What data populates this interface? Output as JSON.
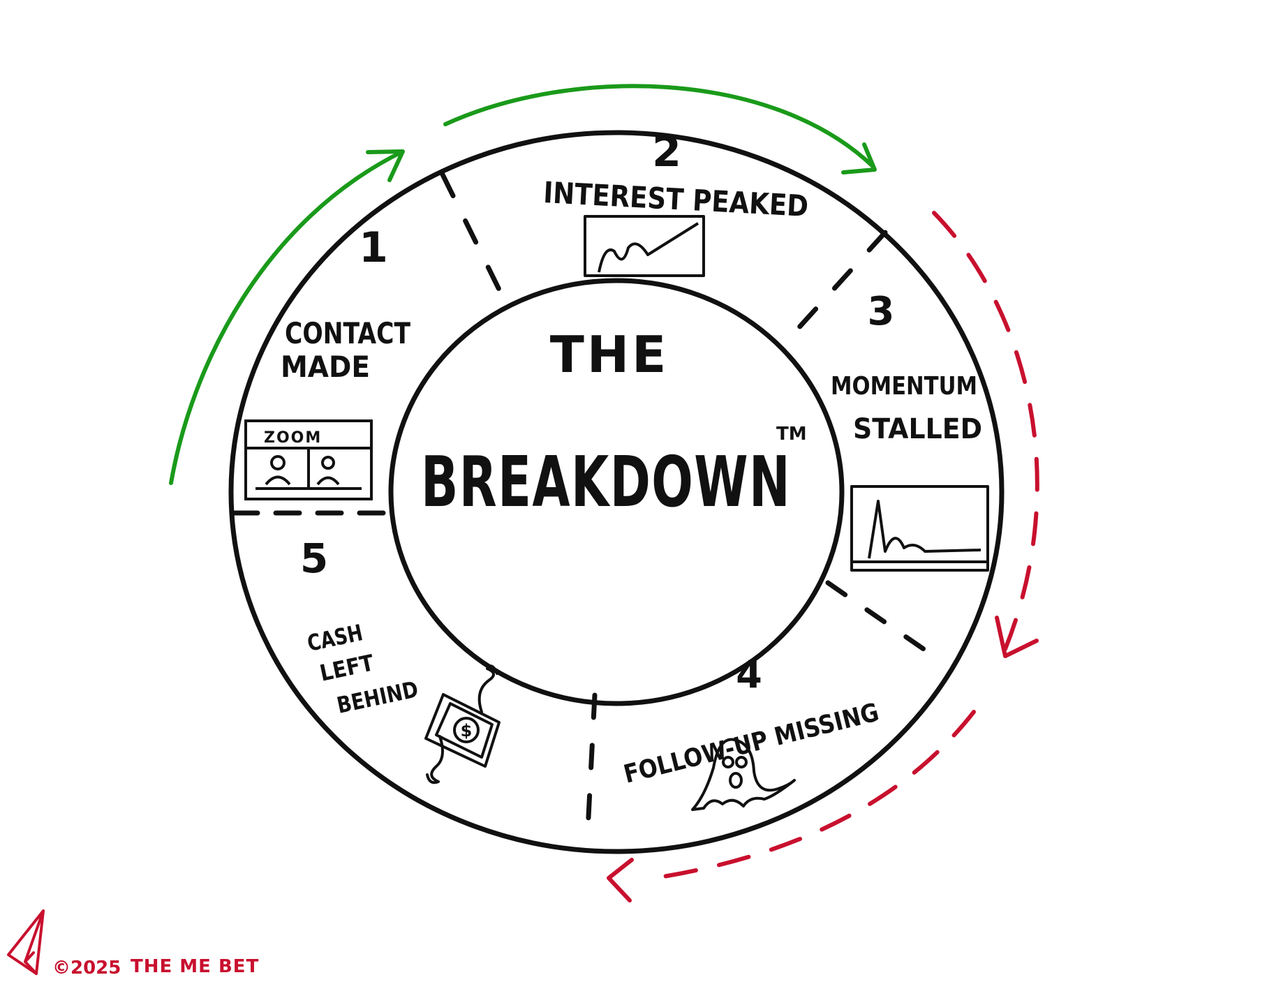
{
  "title": {
    "line1": "THE",
    "line2": "BREAKDOWN",
    "trademark": "TM"
  },
  "stages": [
    {
      "number": "1",
      "label_lines": [
        "CONTACT",
        "MADE"
      ],
      "icon": "video-call-icon",
      "icon_text": "ZOOM"
    },
    {
      "number": "2",
      "label_lines": [
        "INTEREST PEAKED"
      ],
      "icon": "rising-chart-icon"
    },
    {
      "number": "3",
      "label_lines": [
        "MOMENTUM",
        "STALLED"
      ],
      "icon": "spike-decay-chart-icon"
    },
    {
      "number": "4",
      "label_lines": [
        "FOLLOW-UP MISSING"
      ],
      "icon": "ghost-icon"
    },
    {
      "number": "5",
      "label_lines": [
        "CASH",
        "LEFT",
        "BEHIND"
      ],
      "icon": "flying-money-icon",
      "icon_text": "$"
    }
  ],
  "footer": {
    "copyright": "©2025",
    "brand": "THE ME BET",
    "logo": "paper-plane-icon"
  },
  "colors": {
    "ink": "#111111",
    "positive_arrow": "#1a9a1a",
    "negative_arrow": "#c8102e",
    "brand": "#c8102e"
  }
}
